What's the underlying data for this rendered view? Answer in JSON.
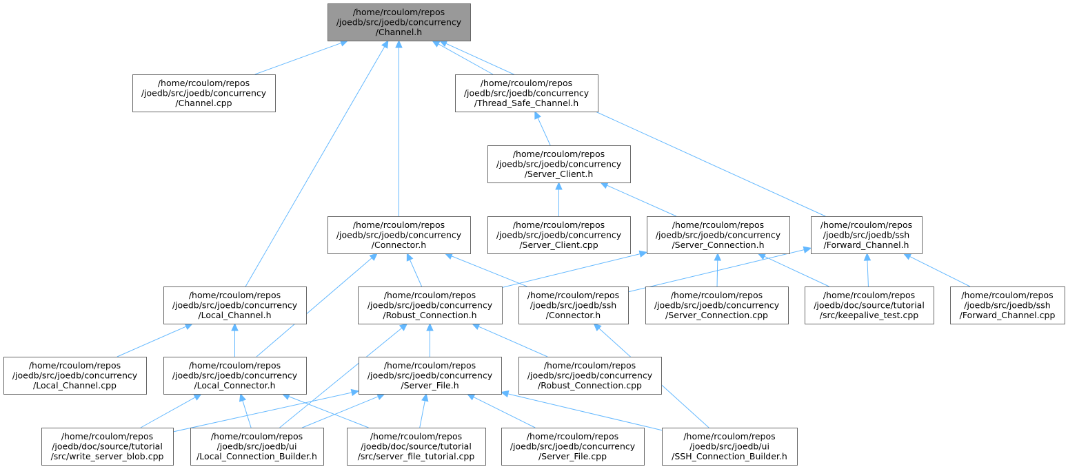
{
  "graph": {
    "nodes": [
      {
        "id": "channel_h",
        "lines": [
          "/home/rcoulom/repos",
          "/joedb/src/joedb/concurrency",
          "/Channel.h"
        ],
        "highlighted": true
      },
      {
        "id": "channel_cpp",
        "lines": [
          "/home/rcoulom/repos",
          "/joedb/src/joedb/concurrency",
          "/Channel.cpp"
        ]
      },
      {
        "id": "thread_safe_channel_h",
        "lines": [
          "/home/rcoulom/repos",
          "/joedb/src/joedb/concurrency",
          "/Thread_Safe_Channel.h"
        ]
      },
      {
        "id": "server_client_h",
        "lines": [
          "/home/rcoulom/repos",
          "/joedb/src/joedb/concurrency",
          "/Server_Client.h"
        ]
      },
      {
        "id": "connector_h",
        "lines": [
          "/home/rcoulom/repos",
          "/joedb/src/joedb/concurrency",
          "/Connector.h"
        ]
      },
      {
        "id": "server_client_cpp",
        "lines": [
          "/home/rcoulom/repos",
          "/joedb/src/joedb/concurrency",
          "/Server_Client.cpp"
        ]
      },
      {
        "id": "server_connection_h",
        "lines": [
          "/home/rcoulom/repos",
          "/joedb/src/joedb/concurrency",
          "/Server_Connection.h"
        ]
      },
      {
        "id": "forward_channel_h",
        "lines": [
          "/home/rcoulom/repos",
          "/joedb/src/joedb/ssh",
          "/Forward_Channel.h"
        ]
      },
      {
        "id": "local_channel_h",
        "lines": [
          "/home/rcoulom/repos",
          "/joedb/src/joedb/concurrency",
          "/Local_Channel.h"
        ]
      },
      {
        "id": "robust_connection_h",
        "lines": [
          "/home/rcoulom/repos",
          "/joedb/src/joedb/concurrency",
          "/Robust_Connection.h"
        ]
      },
      {
        "id": "ssh_connector_h",
        "lines": [
          "/home/rcoulom/repos",
          "/joedb/src/joedb/ssh",
          "/Connector.h"
        ]
      },
      {
        "id": "server_connection_cpp",
        "lines": [
          "/home/rcoulom/repos",
          "/joedb/src/joedb/concurrency",
          "/Server_Connection.cpp"
        ]
      },
      {
        "id": "keepalive_test_cpp",
        "lines": [
          "/home/rcoulom/repos",
          "/joedb/doc/source/tutorial",
          "/src/keepalive_test.cpp"
        ]
      },
      {
        "id": "forward_channel_cpp",
        "lines": [
          "/home/rcoulom/repos",
          "/joedb/src/joedb/ssh",
          "/Forward_Channel.cpp"
        ]
      },
      {
        "id": "local_channel_cpp",
        "lines": [
          "/home/rcoulom/repos",
          "/joedb/src/joedb/concurrency",
          "/Local_Channel.cpp"
        ]
      },
      {
        "id": "local_connector_h",
        "lines": [
          "/home/rcoulom/repos",
          "/joedb/src/joedb/concurrency",
          "/Local_Connector.h"
        ]
      },
      {
        "id": "server_file_h",
        "lines": [
          "/home/rcoulom/repos",
          "/joedb/src/joedb/concurrency",
          "/Server_File.h"
        ]
      },
      {
        "id": "robust_connection_cpp",
        "lines": [
          "/home/rcoulom/repos",
          "/joedb/src/joedb/concurrency",
          "/Robust_Connection.cpp"
        ]
      },
      {
        "id": "write_server_blob_cpp",
        "lines": [
          "/home/rcoulom/repos",
          "/joedb/doc/source/tutorial",
          "/src/write_server_blob.cpp"
        ]
      },
      {
        "id": "local_connection_builder_h",
        "lines": [
          "/home/rcoulom/repos",
          "/joedb/src/joedb/ui",
          "/Local_Connection_Builder.h"
        ]
      },
      {
        "id": "server_file_tutorial_cpp",
        "lines": [
          "/home/rcoulom/repos",
          "/joedb/doc/source/tutorial",
          "/src/server_file_tutorial.cpp"
        ]
      },
      {
        "id": "server_file_cpp",
        "lines": [
          "/home/rcoulom/repos",
          "/joedb/src/joedb/concurrency",
          "/Server_File.cpp"
        ]
      },
      {
        "id": "ssh_connection_builder_h",
        "lines": [
          "/home/rcoulom/repos",
          "/joedb/src/joedb/ui",
          "/SSH_Connection_Builder.h"
        ]
      }
    ],
    "edges": [
      {
        "from": "channel_cpp",
        "to": "channel_h"
      },
      {
        "from": "local_channel_h",
        "to": "channel_h"
      },
      {
        "from": "connector_h",
        "to": "channel_h"
      },
      {
        "from": "thread_safe_channel_h",
        "to": "channel_h"
      },
      {
        "from": "forward_channel_h",
        "to": "channel_h"
      },
      {
        "from": "server_client_h",
        "to": "thread_safe_channel_h"
      },
      {
        "from": "server_client_cpp",
        "to": "server_client_h"
      },
      {
        "from": "server_connection_h",
        "to": "server_client_h"
      },
      {
        "from": "local_connector_h",
        "to": "connector_h"
      },
      {
        "from": "robust_connection_h",
        "to": "connector_h"
      },
      {
        "from": "ssh_connector_h",
        "to": "connector_h"
      },
      {
        "from": "robust_connection_h",
        "to": "server_connection_h"
      },
      {
        "from": "server_connection_cpp",
        "to": "server_connection_h"
      },
      {
        "from": "keepalive_test_cpp",
        "to": "server_connection_h"
      },
      {
        "from": "ssh_connector_h",
        "to": "forward_channel_h"
      },
      {
        "from": "keepalive_test_cpp",
        "to": "forward_channel_h"
      },
      {
        "from": "forward_channel_cpp",
        "to": "forward_channel_h"
      },
      {
        "from": "local_channel_cpp",
        "to": "local_channel_h"
      },
      {
        "from": "local_connector_h",
        "to": "local_channel_h"
      },
      {
        "from": "local_connection_builder_h",
        "to": "robust_connection_h"
      },
      {
        "from": "server_file_h",
        "to": "robust_connection_h"
      },
      {
        "from": "robust_connection_cpp",
        "to": "robust_connection_h"
      },
      {
        "from": "ssh_connection_builder_h",
        "to": "ssh_connector_h"
      },
      {
        "from": "write_server_blob_cpp",
        "to": "local_connector_h"
      },
      {
        "from": "local_connection_builder_h",
        "to": "local_connector_h"
      },
      {
        "from": "server_file_tutorial_cpp",
        "to": "local_connector_h"
      },
      {
        "from": "write_server_blob_cpp",
        "to": "server_file_h"
      },
      {
        "from": "local_connection_builder_h",
        "to": "server_file_h"
      },
      {
        "from": "server_file_tutorial_cpp",
        "to": "server_file_h"
      },
      {
        "from": "server_file_cpp",
        "to": "server_file_h"
      },
      {
        "from": "ssh_connection_builder_h",
        "to": "server_file_h"
      }
    ]
  }
}
